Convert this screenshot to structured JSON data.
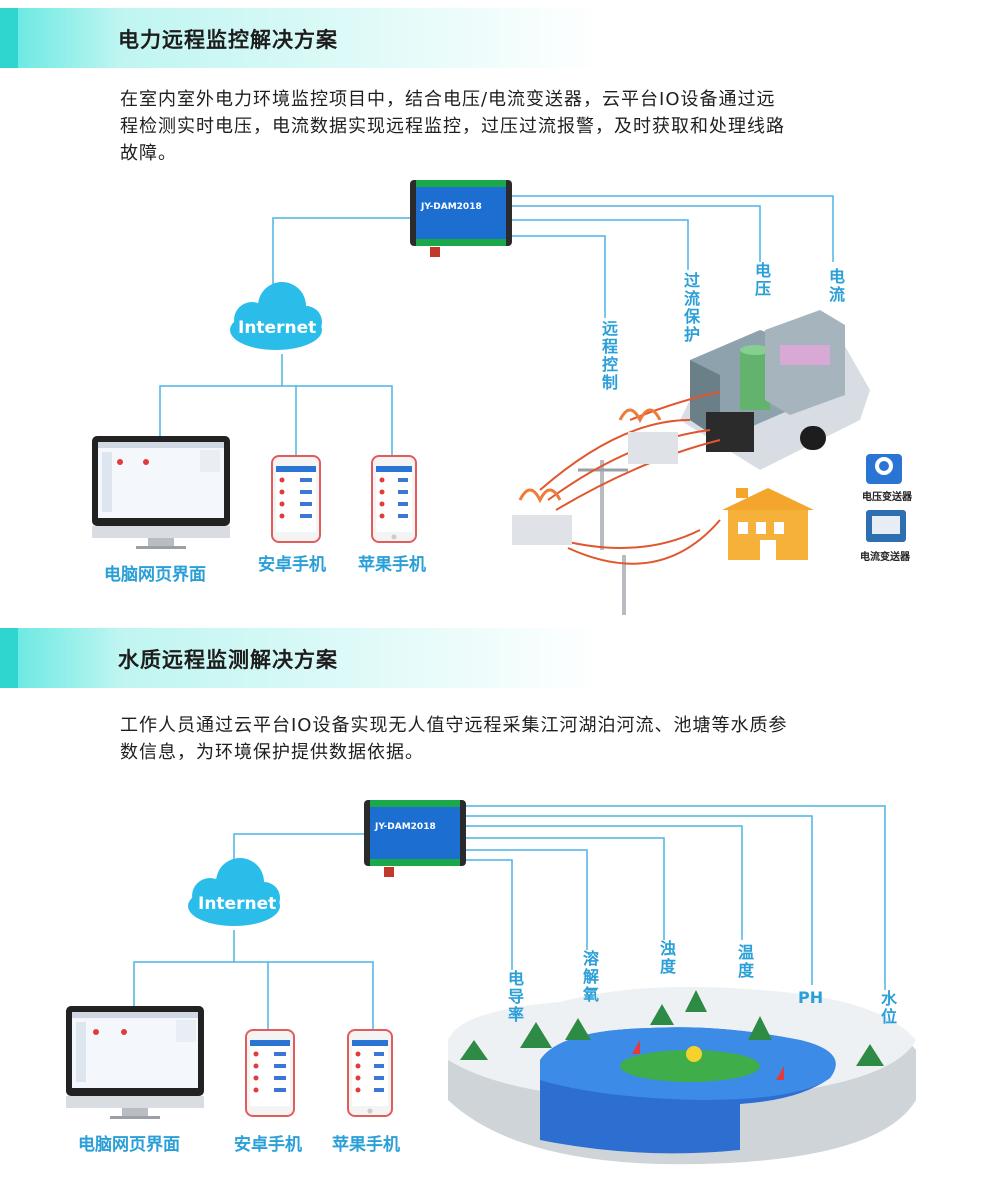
{
  "power": {
    "title": "电力远程监控解决方案",
    "desc_lines": [
      "在室内室外电力环境监控项目中，结合电压/电流变送器，云平台IO设备通过远",
      "程检测实时电压，电流数据实现远程监控，过压过流报警，及时获取和处理线路",
      "故障。"
    ],
    "device_label": "JY-DAM2018",
    "cloud": "Internet",
    "clients": [
      "电脑网页界面",
      "安卓手机",
      "苹果手机"
    ],
    "branches": [
      "远程控制",
      "过流保护",
      "电压",
      "电流"
    ],
    "sensors": [
      "电压变送器",
      "电流变送器"
    ]
  },
  "water": {
    "title": "水质远程监测解决方案",
    "desc_lines": [
      "工作人员通过云平台IO设备实现无人值守远程采集江河湖泊河流、池塘等水质参",
      "数信息，为环境保护提供数据依据。"
    ],
    "device_label": "JY-DAM2018",
    "cloud": "Internet",
    "clients": [
      "电脑网页界面",
      "安卓手机",
      "苹果手机"
    ],
    "branches": [
      "电导率",
      "溶解氧",
      "浊度",
      "温度",
      "PH",
      "水位"
    ]
  },
  "colors": {
    "accent": "#2a9fd8",
    "header": "#2fd6cf",
    "line": "#4db4e6"
  }
}
